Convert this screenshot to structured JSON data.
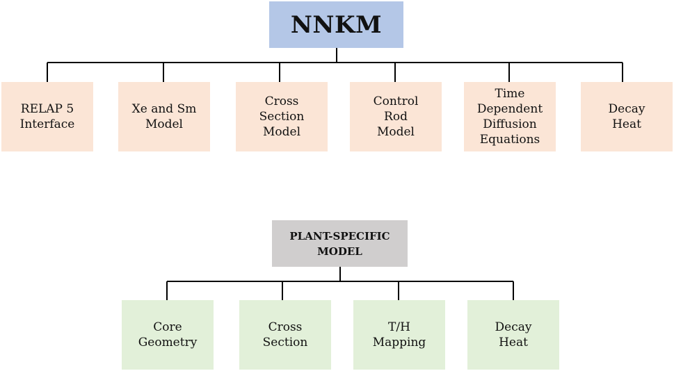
{
  "nnkm": {
    "title": "NNKM",
    "color": "#b4c7e7",
    "children": [
      {
        "label": "RELAP  5\nInterface"
      },
      {
        "label": "Xe and Sm\nModel"
      },
      {
        "label": "Cross\nSection\nModel"
      },
      {
        "label": "Control\nRod\nModel"
      },
      {
        "label": "Time\nDependent\nDiffusion\nEquations"
      },
      {
        "label": "Decay\nHeat"
      }
    ],
    "child_color": "#fbe5d6"
  },
  "plant_specific": {
    "title": "PLANT-SPECIFIC\nMODEL",
    "color": "#d0cece",
    "children": [
      {
        "label": "Core\nGeometry"
      },
      {
        "label": "Cross\nSection"
      },
      {
        "label": "T/H\nMapping"
      },
      {
        "label": "Decay\nHeat"
      }
    ],
    "child_color": "#e2f0d9"
  },
  "line_color": "#000000"
}
